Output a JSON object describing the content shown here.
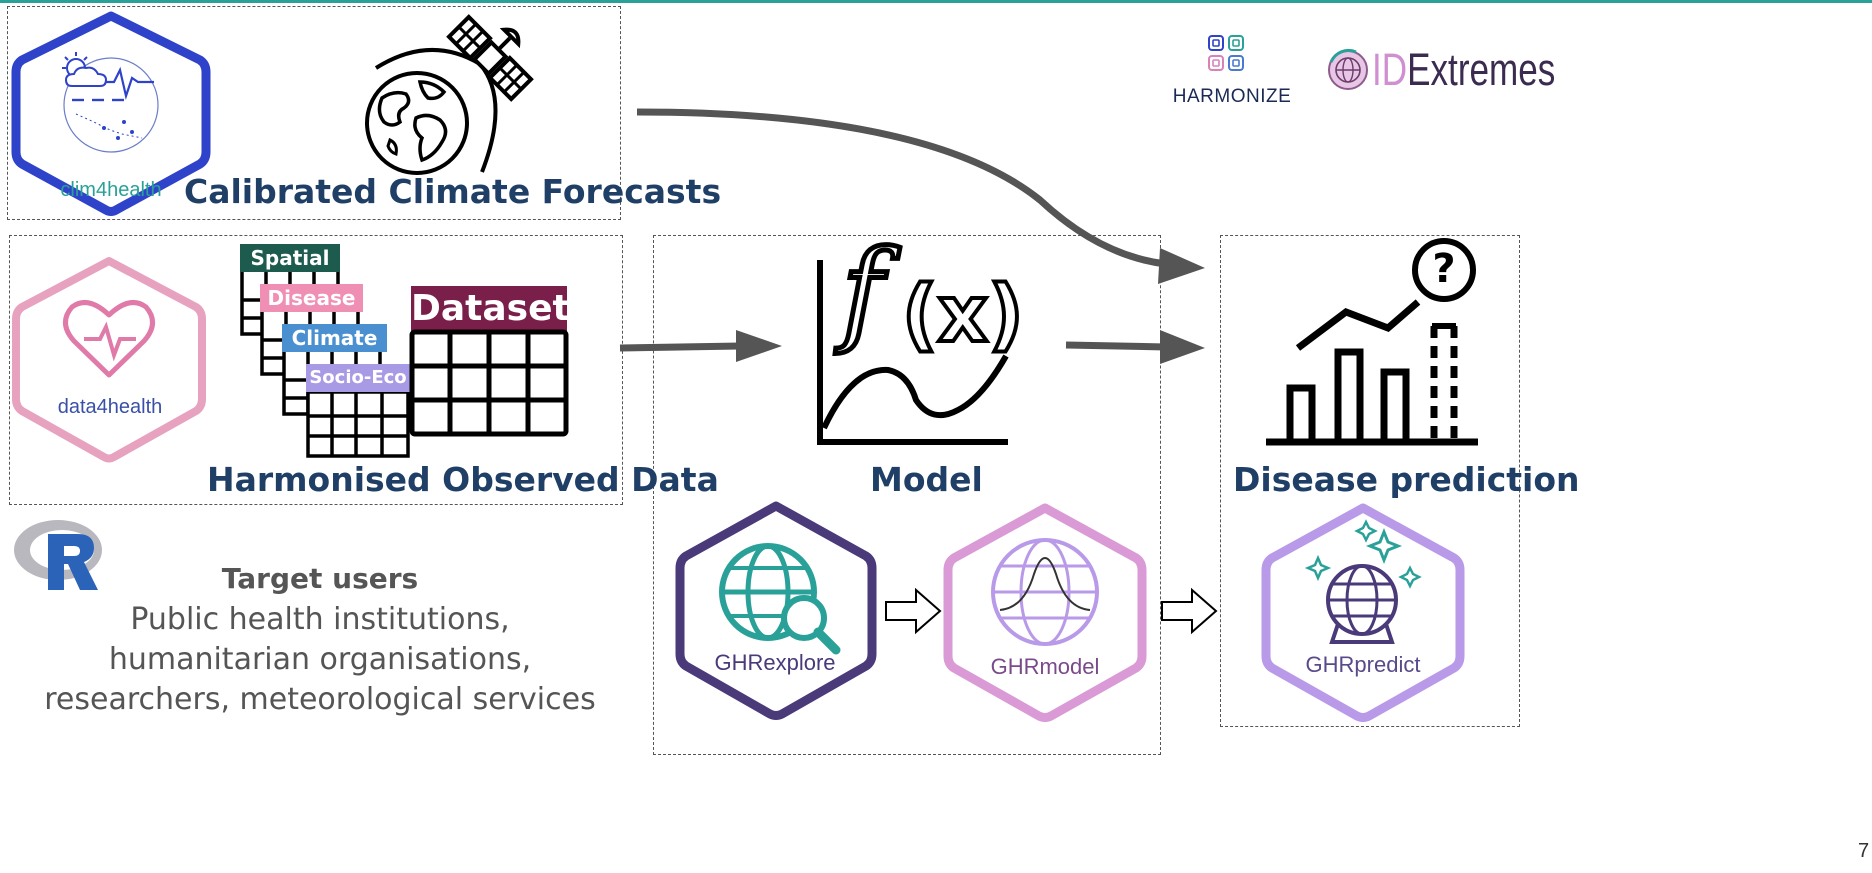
{
  "logos": {
    "harmonize": "HARMONIZE",
    "idextremes_id": "ID",
    "idextremes_rest": "Extremes"
  },
  "panels": {
    "climate": {
      "title": "Calibrated Climate Forecasts",
      "hex_label": "clim4health"
    },
    "data": {
      "title": "Harmonised Observed Data",
      "hex_label": "data4health",
      "tags": [
        "Spatial",
        "Disease",
        "Climate",
        "Socio-Eco"
      ],
      "dataset_label": "Dataset"
    },
    "model": {
      "title": "Model",
      "formula_f": "f",
      "formula_x": "(x)"
    },
    "prediction": {
      "title": "Disease prediction",
      "question_mark": "?"
    }
  },
  "packages": [
    {
      "label": "GHRexplore",
      "color": "#4a3a7a"
    },
    {
      "label": "GHRmodel",
      "color": "#d99ad6"
    },
    {
      "label": "GHRpredict",
      "color": "#b89ae8"
    }
  ],
  "users": {
    "heading": "Target users",
    "lines": [
      "Public health institutions,",
      "humanitarian organisations,",
      "researchers, meteorological services"
    ]
  },
  "page_number": "7",
  "colors": {
    "title": "#1f3f66",
    "clim_hex": "#2e43c9",
    "data_hex": "#e7a2bf",
    "spatial": "#1e5b4f",
    "disease": "#f08fb4",
    "climate": "#4a90d0",
    "socioeco": "#a99ae6",
    "dataset": "#7a1f4a",
    "accent": "#2aa198"
  }
}
